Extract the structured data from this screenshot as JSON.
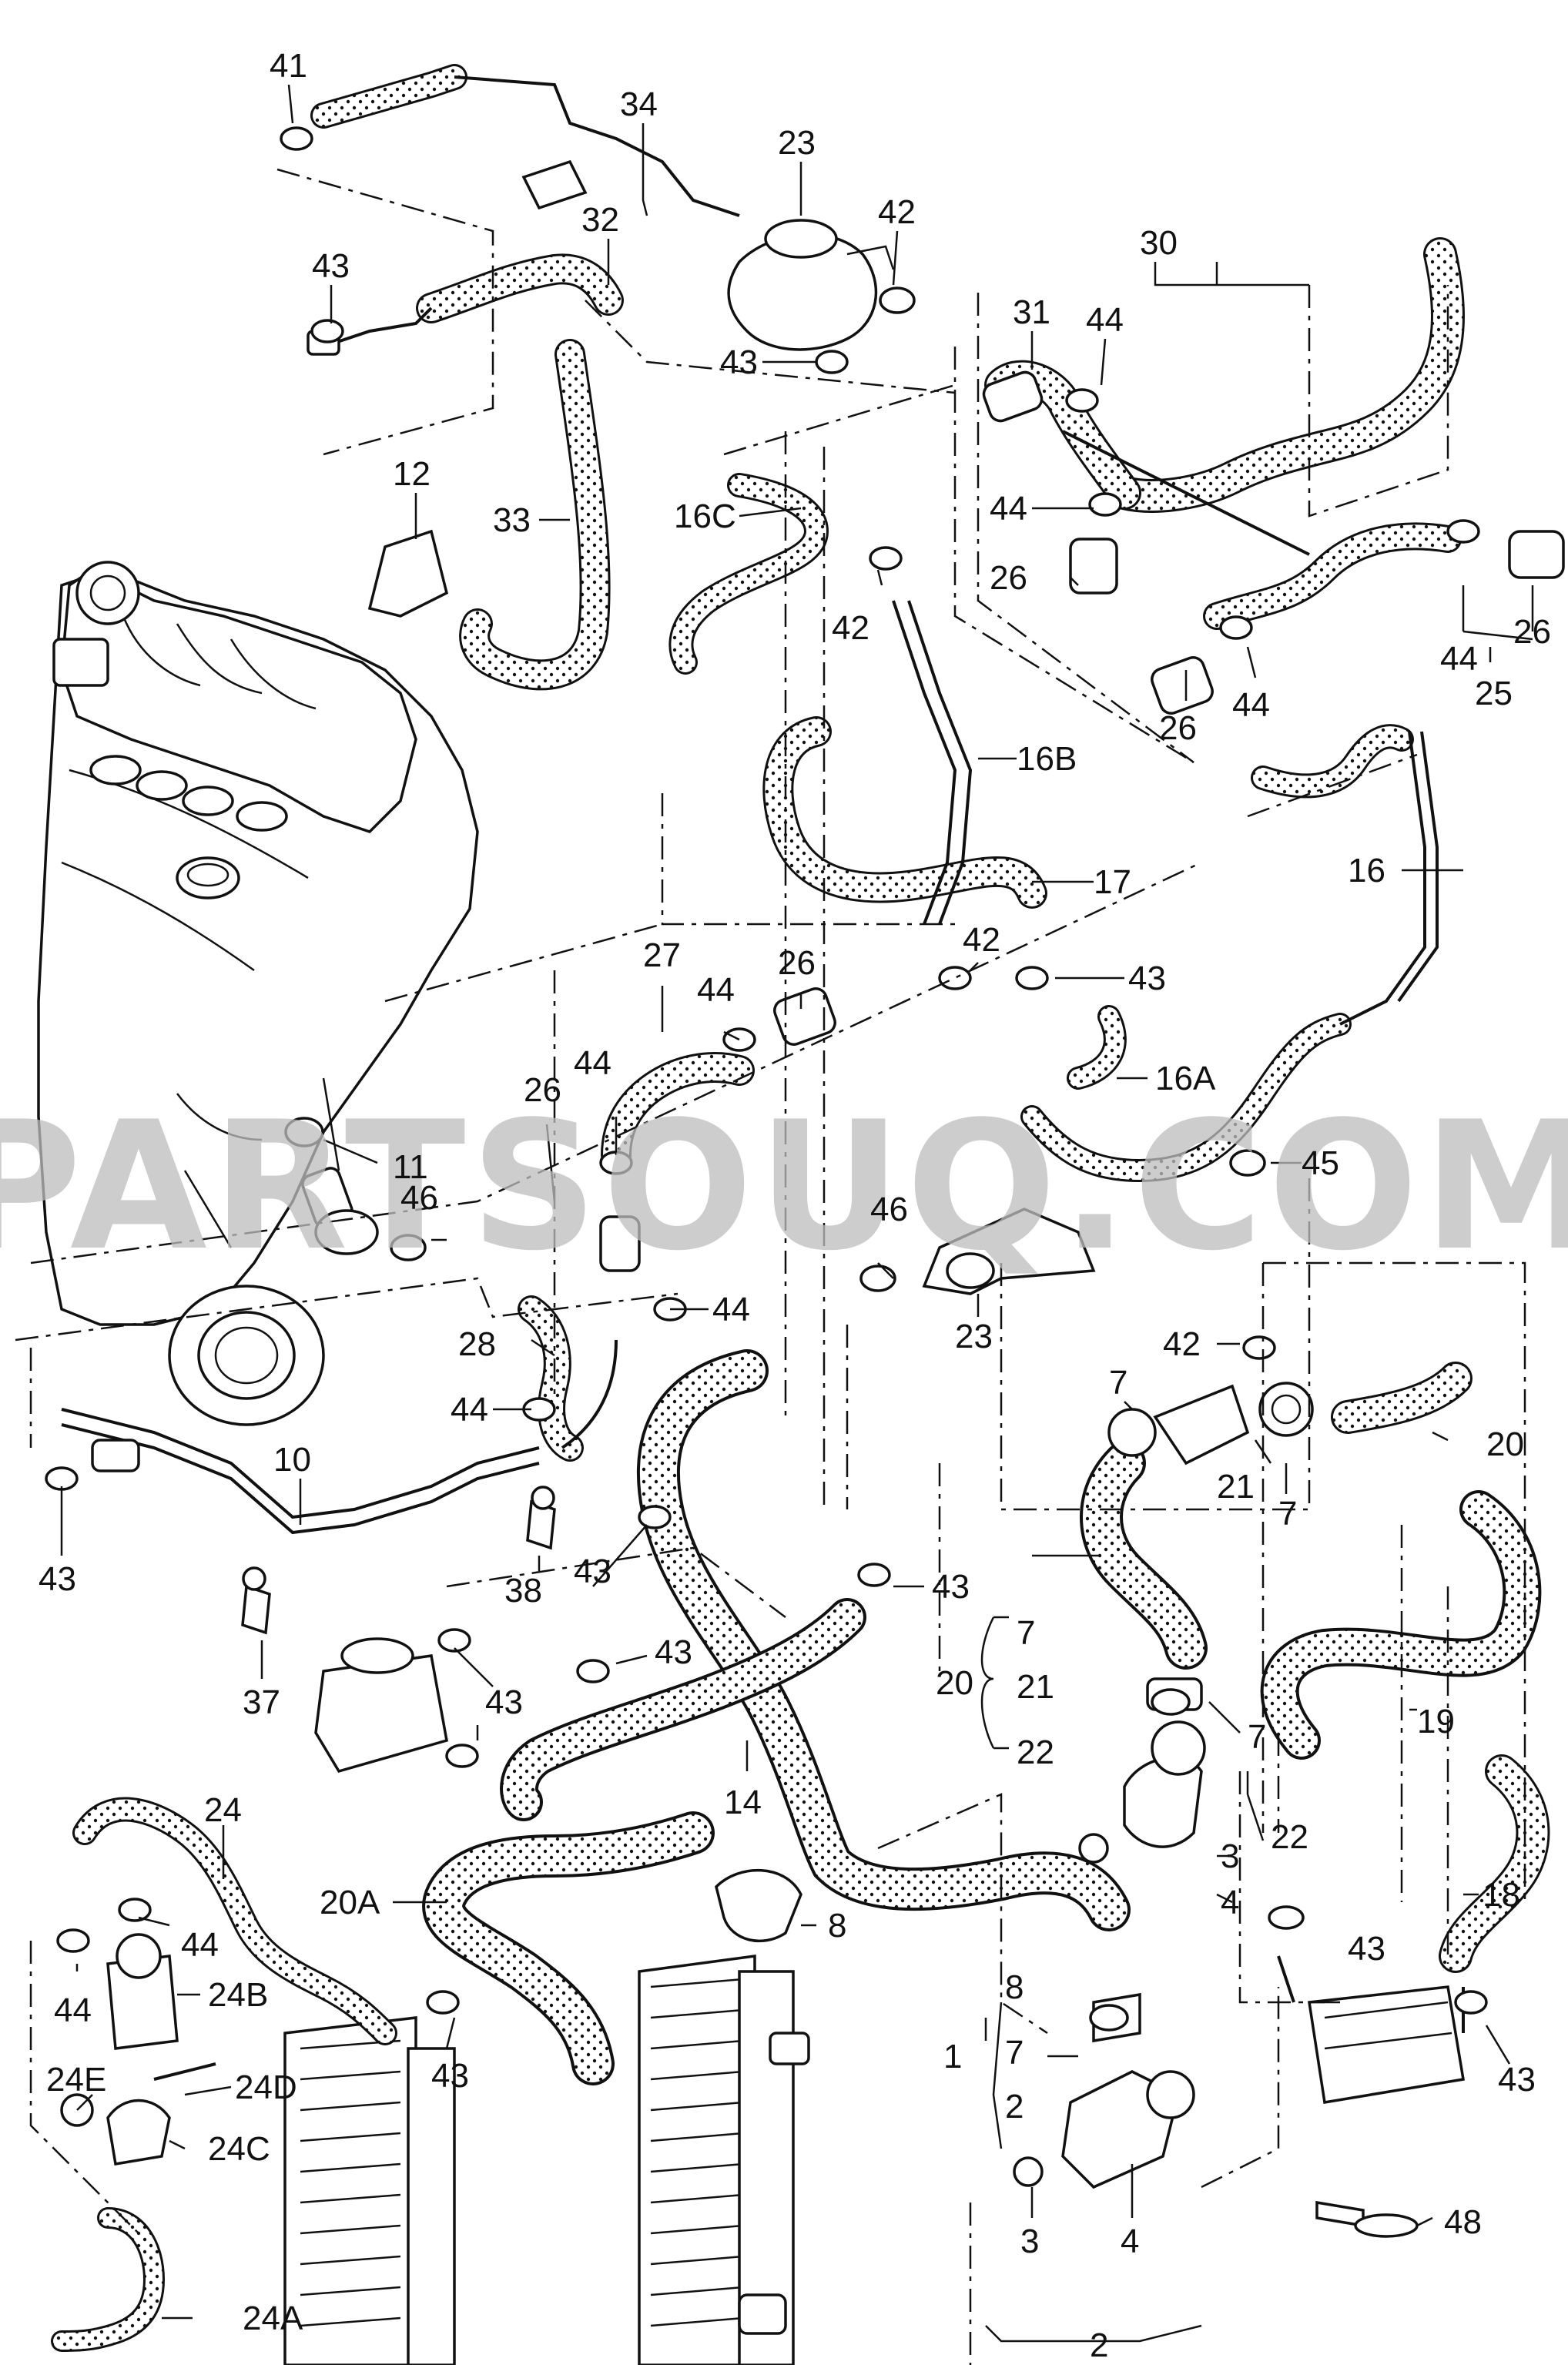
{
  "watermark": "PARTSOUQ.COM",
  "labels": [
    {
      "id": "41",
      "text": "41"
    },
    {
      "id": "34",
      "text": "34"
    },
    {
      "id": "23a",
      "text": "23"
    },
    {
      "id": "42a",
      "text": "42"
    },
    {
      "id": "30",
      "text": "30"
    },
    {
      "id": "43a",
      "text": "43"
    },
    {
      "id": "32",
      "text": "32"
    },
    {
      "id": "31",
      "text": "31"
    },
    {
      "id": "44a",
      "text": "44"
    },
    {
      "id": "43b",
      "text": "43"
    },
    {
      "id": "12",
      "text": "12"
    },
    {
      "id": "33",
      "text": "33"
    },
    {
      "id": "16C",
      "text": "16C"
    },
    {
      "id": "44b",
      "text": "44"
    },
    {
      "id": "26a",
      "text": "26"
    },
    {
      "id": "42b",
      "text": "42"
    },
    {
      "id": "26b",
      "text": "26"
    },
    {
      "id": "44c",
      "text": "44"
    },
    {
      "id": "26c",
      "text": "26"
    },
    {
      "id": "44d",
      "text": "44"
    },
    {
      "id": "25",
      "text": "25"
    },
    {
      "id": "16B",
      "text": "16B"
    },
    {
      "id": "17",
      "text": "17"
    },
    {
      "id": "16",
      "text": "16"
    },
    {
      "id": "27",
      "text": "27"
    },
    {
      "id": "44e",
      "text": "44"
    },
    {
      "id": "26d",
      "text": "26"
    },
    {
      "id": "42c",
      "text": "42"
    },
    {
      "id": "43c",
      "text": "43"
    },
    {
      "id": "16A",
      "text": "16A"
    },
    {
      "id": "26e",
      "text": "26"
    },
    {
      "id": "44f",
      "text": "44"
    },
    {
      "id": "11",
      "text": "11"
    },
    {
      "id": "46a",
      "text": "46"
    },
    {
      "id": "45",
      "text": "45"
    },
    {
      "id": "46b",
      "text": "46"
    },
    {
      "id": "23b",
      "text": "23"
    },
    {
      "id": "28",
      "text": "28"
    },
    {
      "id": "44g",
      "text": "44"
    },
    {
      "id": "42d",
      "text": "42"
    },
    {
      "id": "7a",
      "text": "7"
    },
    {
      "id": "21a",
      "text": "21"
    },
    {
      "id": "7b",
      "text": "7"
    },
    {
      "id": "20a",
      "text": "20"
    },
    {
      "id": "44h",
      "text": "44"
    },
    {
      "id": "10",
      "text": "10"
    },
    {
      "id": "43d",
      "text": "43"
    },
    {
      "id": "38",
      "text": "38"
    },
    {
      "id": "43e",
      "text": "43"
    },
    {
      "id": "43f",
      "text": "43"
    },
    {
      "id": "37",
      "text": "37"
    },
    {
      "id": "43g",
      "text": "43"
    },
    {
      "id": "43h",
      "text": "43"
    },
    {
      "id": "7c",
      "text": "7"
    },
    {
      "id": "20b",
      "text": "20"
    },
    {
      "id": "21b",
      "text": "21"
    },
    {
      "id": "22a",
      "text": "22"
    },
    {
      "id": "7d",
      "text": "7"
    },
    {
      "id": "19",
      "text": "19"
    },
    {
      "id": "14",
      "text": "14"
    },
    {
      "id": "22b",
      "text": "22"
    },
    {
      "id": "3a",
      "text": "3"
    },
    {
      "id": "4a",
      "text": "4"
    },
    {
      "id": "24",
      "text": "24"
    },
    {
      "id": "20A",
      "text": "20A"
    },
    {
      "id": "8a",
      "text": "8"
    },
    {
      "id": "18",
      "text": "18"
    },
    {
      "id": "44i",
      "text": "44"
    },
    {
      "id": "44j",
      "text": "44"
    },
    {
      "id": "24B",
      "text": "24B"
    },
    {
      "id": "43i",
      "text": "43"
    },
    {
      "id": "8b",
      "text": "8"
    },
    {
      "id": "1",
      "text": "1"
    },
    {
      "id": "7e",
      "text": "7"
    },
    {
      "id": "2a",
      "text": "2"
    },
    {
      "id": "43j",
      "text": "43"
    },
    {
      "id": "24E",
      "text": "24E"
    },
    {
      "id": "24D",
      "text": "24D"
    },
    {
      "id": "24C",
      "text": "24C"
    },
    {
      "id": "43k",
      "text": "43"
    },
    {
      "id": "48",
      "text": "48"
    },
    {
      "id": "3b",
      "text": "3"
    },
    {
      "id": "4b",
      "text": "4"
    },
    {
      "id": "24A",
      "text": "24A"
    },
    {
      "id": "2b",
      "text": "2"
    }
  ]
}
